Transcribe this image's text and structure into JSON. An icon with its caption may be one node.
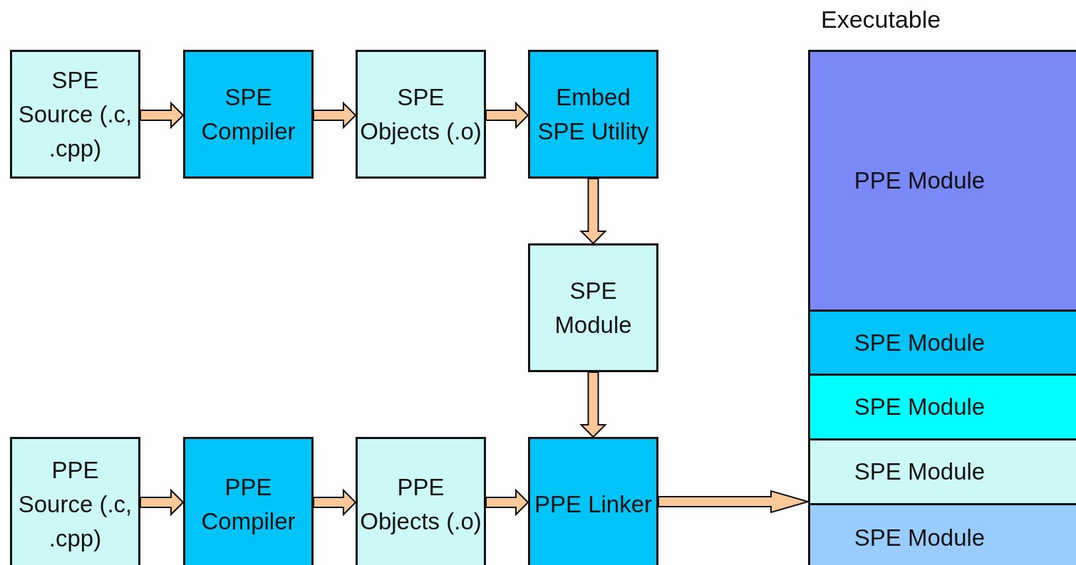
{
  "diagram": {
    "nodes": [
      {
        "text": [
          "SPE Source (.c, .cpp)"
        ]
      },
      {
        "text": [
          "SPE Compiler"
        ]
      },
      {
        "text": [
          "SPE Objects (.o)"
        ]
      },
      {
        "text": [
          "Embed SPE Utility"
        ]
      },
      {
        "text": [
          "SPE Module"
        ]
      },
      {
        "text": [
          "PPE Source (.c, .cpp)"
        ]
      },
      {
        "text": [
          "PPE Compiler"
        ]
      },
      {
        "text": [
          "PPE Objects (.o)"
        ]
      },
      {
        "text": [
          "PPE Linker"
        ]
      },
      {
        "text": [
          "Executable"
        ]
      },
      {
        "text": [
          "PPE Module"
        ],
        "in": 9
      },
      {
        "text": [
          "SPE Module"
        ],
        "in": 9
      },
      {
        "text": [
          "SPE Module"
        ],
        "in": 9
      },
      {
        "text": [
          "SPE Module"
        ],
        "in": 9
      },
      {
        "text": [
          "SPE Module"
        ],
        "in": 9
      }
    ],
    "edges": [
      {
        "from": 0,
        "to": 1,
        "arrow": "to"
      },
      {
        "from": 1,
        "to": 2,
        "arrow": "to"
      },
      {
        "from": 2,
        "to": 3,
        "arrow": "to"
      },
      {
        "from": 3,
        "to": 4,
        "arrow": "to"
      },
      {
        "from": 4,
        "to": 8,
        "arrow": "to"
      },
      {
        "from": 5,
        "to": 6,
        "arrow": "to"
      },
      {
        "from": 6,
        "to": 7,
        "arrow": "to"
      },
      {
        "from": 7,
        "to": 8,
        "arrow": "to"
      },
      {
        "from": 8,
        "to": 9,
        "arrow": "to"
      }
    ]
  }
}
